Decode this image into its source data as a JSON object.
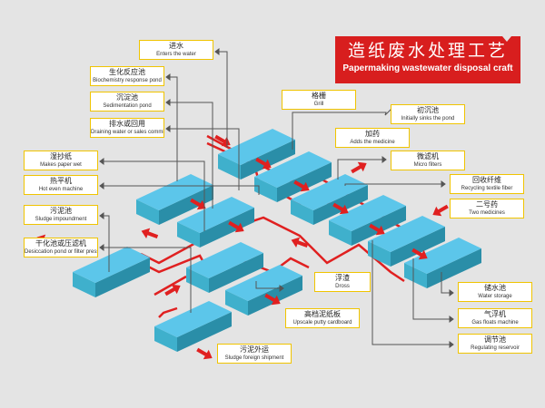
{
  "title": {
    "cn": "造纸废水处理工艺",
    "en": "Papermaking wastewater disposal craft"
  },
  "labels": {
    "enters_water": {
      "cn": "进水",
      "en": "Enters the water"
    },
    "biochem": {
      "cn": "生化反应池",
      "en": "Biochemistry response pond"
    },
    "sedimentation": {
      "cn": "沉淀池",
      "en": "Sedimentation pond"
    },
    "draining": {
      "cn": "排水或回用",
      "en": "Draining water or sales commission"
    },
    "paper_wet": {
      "cn": "湿抄纸",
      "en": "Makes paper wet"
    },
    "hot_even": {
      "cn": "热平机",
      "en": "Hot even machine"
    },
    "sludge_pond": {
      "cn": "污泥池",
      "en": "Sludge impoundment"
    },
    "desiccation": {
      "cn": "干化池或压滤机",
      "en": "Desiccation pond or filter press"
    },
    "grill": {
      "cn": "格栅",
      "en": "Grill"
    },
    "initial_sink": {
      "cn": "初沉池",
      "en": "Initially sinks the pond"
    },
    "medicine": {
      "cn": "加药",
      "en": "Adds the medicine"
    },
    "micro_filter": {
      "cn": "微滤机",
      "en": "Micro filters"
    },
    "recycle_fiber": {
      "cn": "回收纤维",
      "en": "Recycling textile fiber"
    },
    "two_medicines": {
      "cn": "二号药",
      "en": "Two medicines"
    },
    "dross": {
      "cn": "浮渣",
      "en": "Dross"
    },
    "cardboard": {
      "cn": "高档泥纸板",
      "en": "Upscale putty cardboard"
    },
    "sludge_ship": {
      "cn": "污泥外运",
      "en": "Sludge foreign shipment"
    },
    "water_storage": {
      "cn": "储水池",
      "en": "Water storage"
    },
    "gas_float": {
      "cn": "气浮机",
      "en": "Gas floats machine"
    },
    "regulating": {
      "cn": "调节池",
      "en": "Regulating reservoir"
    }
  },
  "colors": {
    "pipe": "#e02020",
    "top": "#5cc6ea",
    "left": "#3fb0cc",
    "right": "#2a8ea8",
    "connector": "#555555",
    "label_border": "#f0c400",
    "banner": "#d81e1e"
  }
}
